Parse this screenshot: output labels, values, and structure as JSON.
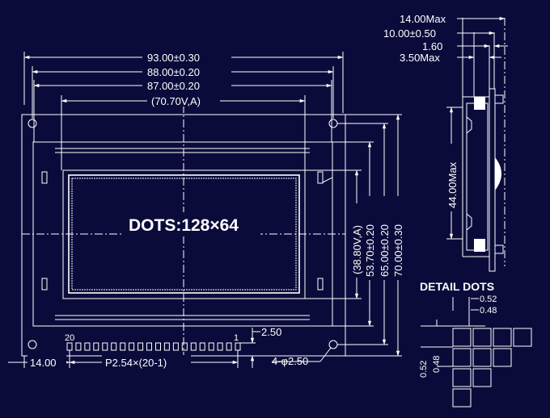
{
  "front_view": {
    "width_overall": "93.00±0.30",
    "width_holes": "88.00±0.20",
    "width_bezel": "87.00±0.20",
    "width_view": "(70.70V,A)",
    "dots_label": "DOTS:128×64",
    "height_view": "(38.80V,A)",
    "height_bezel": "53.70±0.20",
    "height_holes": "65.00±0.20",
    "height_overall": "70.00±0.30",
    "pin_last": "20",
    "pin_first": "1",
    "pin_offset": "2.50",
    "edge_offset": "14.00",
    "pin_pitch": "P2.54×(20-1)",
    "hole_spec": "4-φ2.50"
  },
  "side_view": {
    "thickness_max": "14.00Max",
    "thickness_module": "10.00±0.50",
    "pcb": "1.60",
    "bezel": "3.50Max",
    "height_side": "44.00Max"
  },
  "detail": {
    "title": "DETAIL DOTS",
    "pitch_h": "0.52",
    "dot_h": "0.48",
    "pitch_v": "0.52",
    "dot_v": "0.48"
  },
  "colors": {
    "background": "#0b0b3b",
    "line": "#ffffff"
  }
}
